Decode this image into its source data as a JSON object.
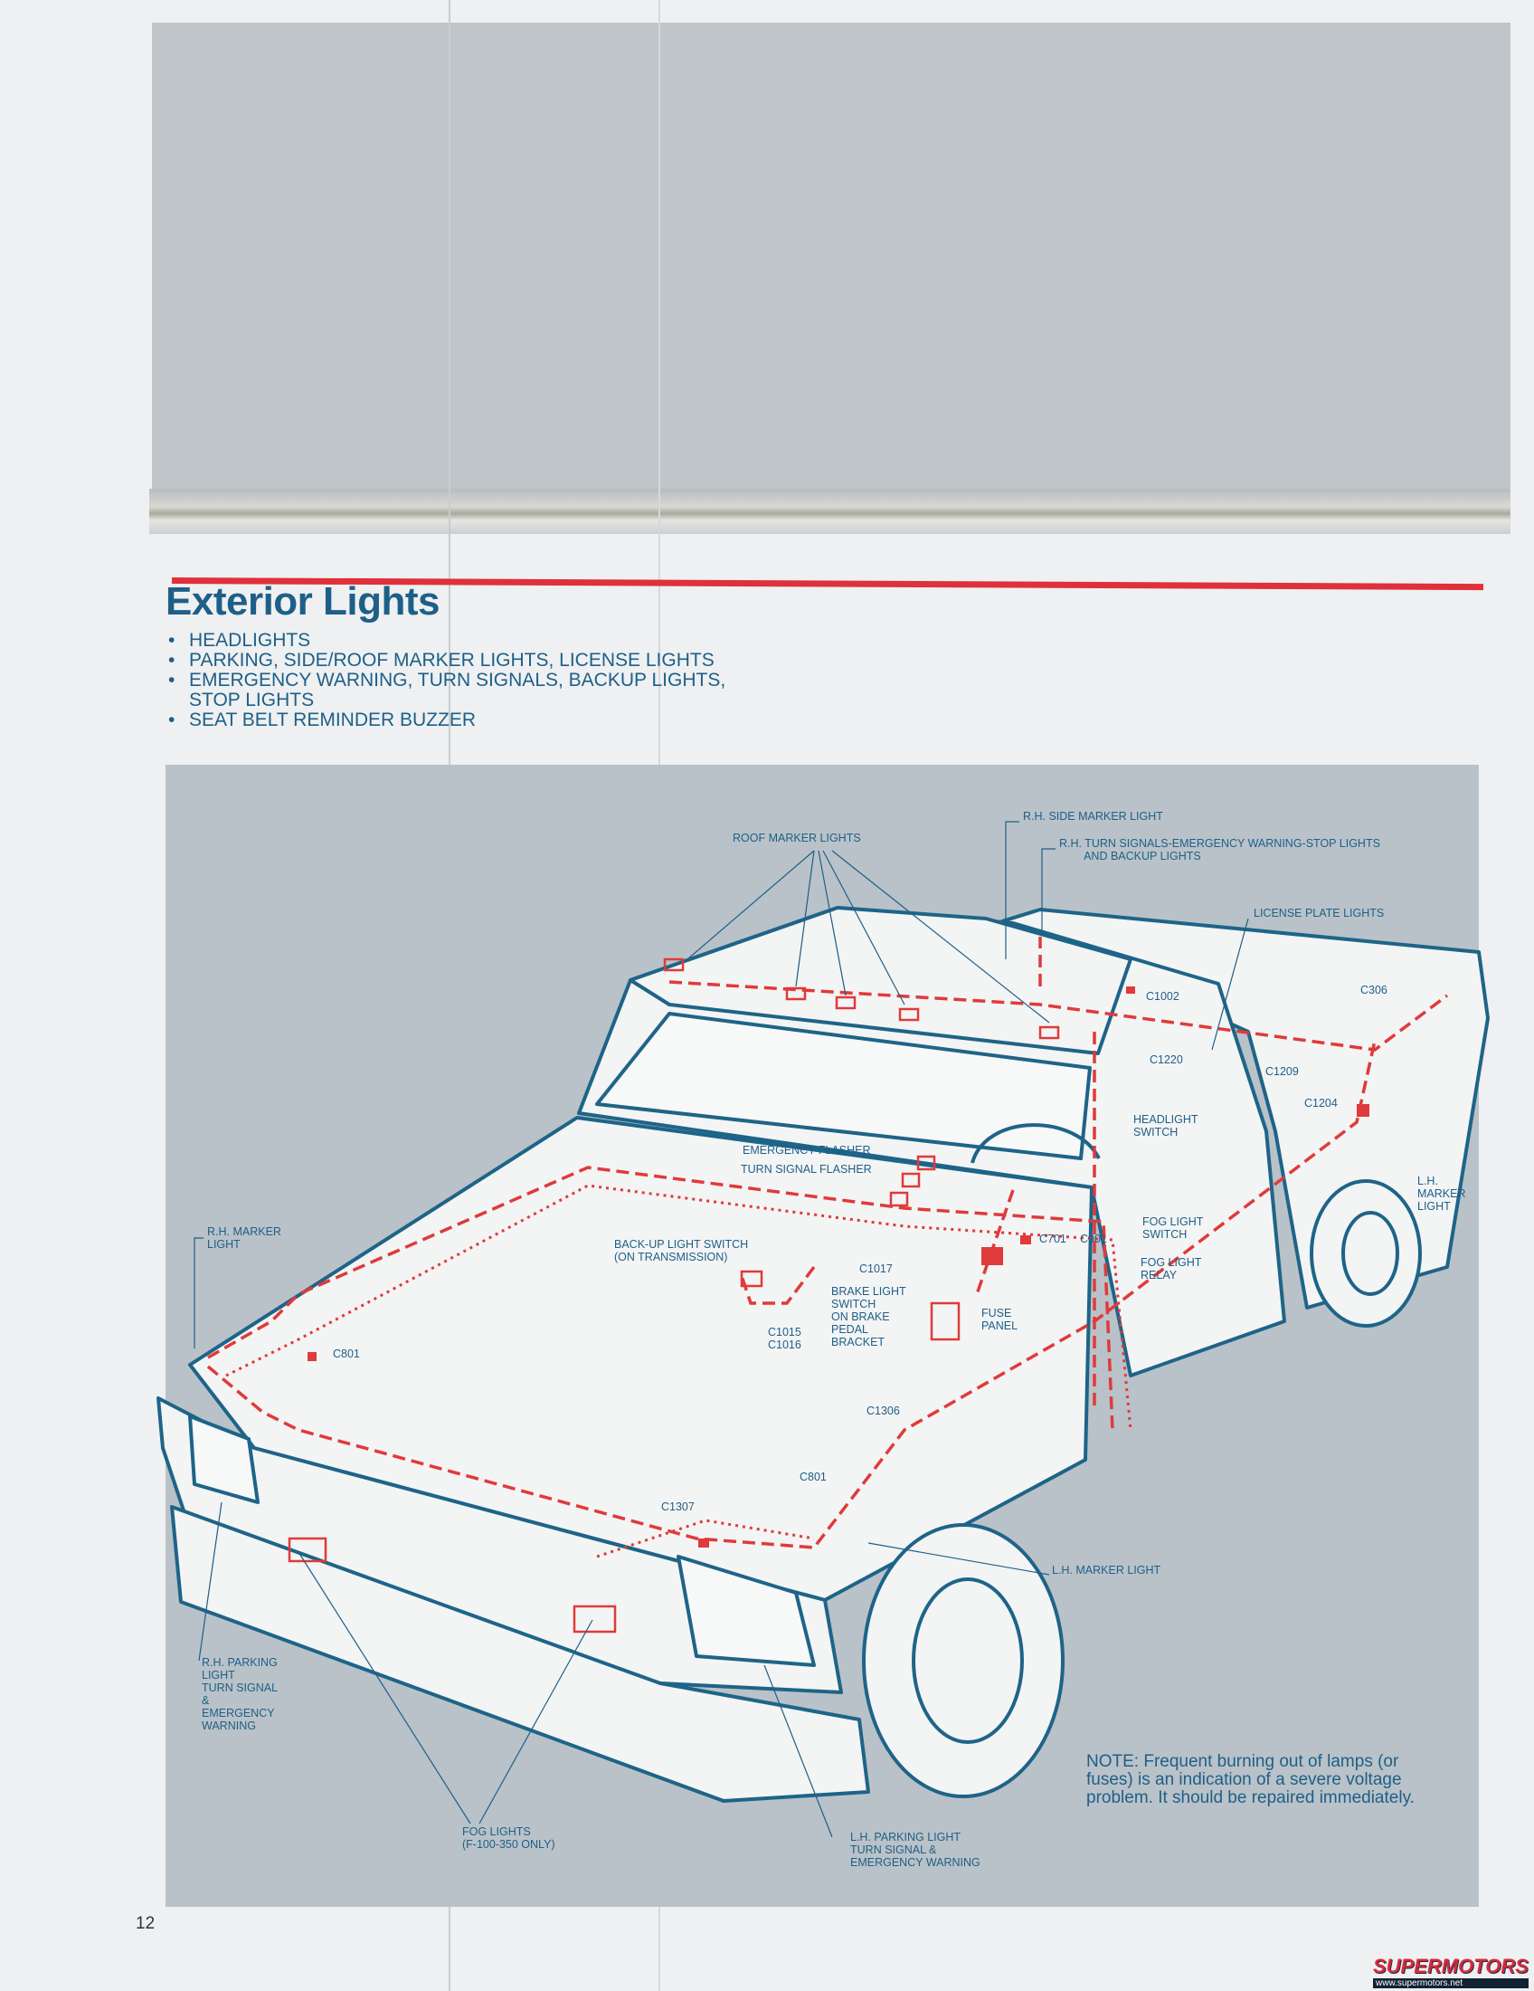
{
  "heading": {
    "title": "Exterior Lights"
  },
  "bullets": [
    "HEADLIGHTS",
    "PARKING, SIDE/ROOF MARKER LIGHTS, LICENSE LIGHTS",
    "EMERGENCY WARNING, TURN SIGNALS, BACKUP LIGHTS,",
    "STOP LIGHTS",
    "SEAT BELT REMINDER BUZZER"
  ],
  "diagram": {
    "labels": {
      "roof_marker": "ROOF MARKER LIGHTS",
      "rh_side_marker": "R.H. SIDE MARKER LIGHT",
      "rh_turn": "R.H. TURN SIGNALS-EMERGENCY WARNING-STOP LIGHTS\n        AND BACKUP LIGHTS",
      "license": "LICENSE PLATE LIGHTS",
      "c1002": "C1002",
      "c306": "C306",
      "c1220": "C1220",
      "c1209": "C1209",
      "c1204": "C1204",
      "headlight_switch": "HEADLIGHT\nSWITCH",
      "emergency_flasher": "EMERGENCY FLASHER",
      "turn_flasher": "TURN SIGNAL FLASHER",
      "lh_marker_rear": "L.H.\nMARKER\nLIGHT",
      "rh_marker": "R.H. MARKER\nLIGHT",
      "fog_switch": "FOG LIGHT\nSWITCH",
      "c701": "C701",
      "c901": "C901",
      "fog_relay": "FOG LIGHT\nRELAY",
      "backup_switch": "BACK-UP LIGHT SWITCH\n(ON TRANSMISSION)",
      "c1017": "C1017",
      "brake_switch": "BRAKE LIGHT\nSWITCH\nON BRAKE\nPEDAL\nBRACKET",
      "fuse_panel": "FUSE\nPANEL",
      "c1015_1016": "C1015\nC1016",
      "c801_a": "C801",
      "c1306": "C1306",
      "c801_b": "C801",
      "c1307": "C1307",
      "lh_marker_front": "L.H. MARKER LIGHT",
      "rh_parking": "R.H. PARKING\nLIGHT\nTURN SIGNAL\n&\nEMERGENCY\nWARNING",
      "fog_lights": "FOG LIGHTS\n(F-100-350 ONLY)",
      "lh_parking": "L.H. PARKING LIGHT\nTURN SIGNAL &\nEMERGENCY WARNING"
    },
    "note": "NOTE: Frequent burning out of lamps (or fuses) is an indication of a severe voltage problem. It should be repaired immediately."
  },
  "page_number": "12",
  "watermark": {
    "brand": "SUPERMOTORS",
    "url": "www.supermotors.net"
  },
  "colors": {
    "accent_red": "#e0303a",
    "line_blue": "#1e5f88",
    "wire_red": "#e03a3a"
  }
}
